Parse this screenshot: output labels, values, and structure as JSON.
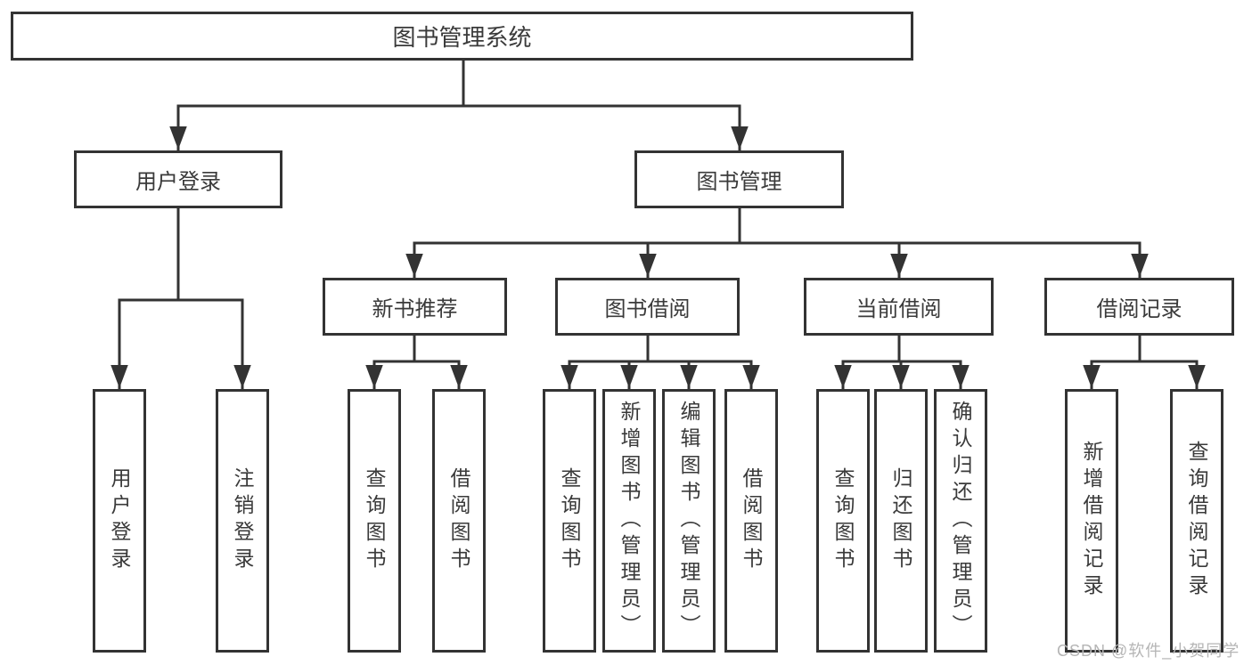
{
  "root": {
    "label": "图书管理系统"
  },
  "branches": [
    {
      "label": "用户登录",
      "children": [
        {
          "label": "用户登录"
        },
        {
          "label": "注销登录"
        }
      ]
    },
    {
      "label": "图书管理",
      "children": [
        {
          "label": "新书推荐",
          "children": [
            {
              "label": "查询图书"
            },
            {
              "label": "借阅图书"
            }
          ]
        },
        {
          "label": "图书借阅",
          "children": [
            {
              "label": "查询图书"
            },
            {
              "label": "新增图书（管理员）"
            },
            {
              "label": "编辑图书（管理员）"
            },
            {
              "label": "借阅图书"
            }
          ]
        },
        {
          "label": "当前借阅",
          "children": [
            {
              "label": "查询图书"
            },
            {
              "label": "归还图书"
            },
            {
              "label": "确认归还（管理员）"
            }
          ]
        },
        {
          "label": "借阅记录",
          "children": [
            {
              "label": "新增借阅记录"
            },
            {
              "label": "查询借阅记录"
            }
          ]
        }
      ]
    }
  ],
  "watermark": {
    "text": "CSDN @软件_小贺同学"
  },
  "colors": {
    "line": "#333333",
    "box_background": "#ffffff",
    "label_text": "#3a3a3a",
    "watermark_text": "#b5b5b5"
  }
}
